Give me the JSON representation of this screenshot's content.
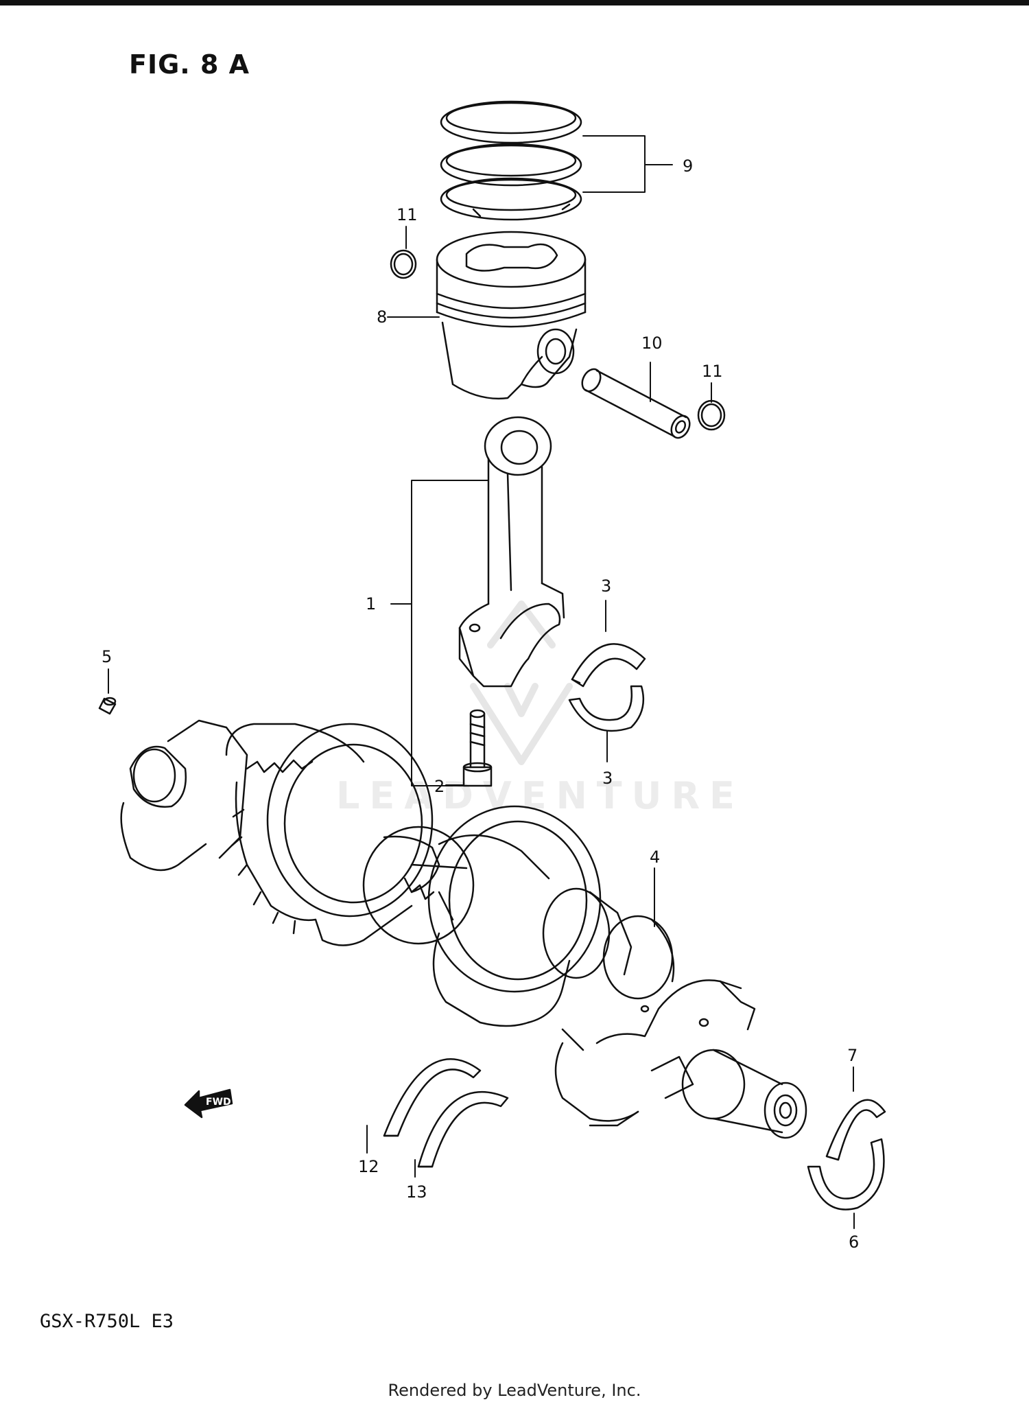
{
  "title": "FIG. 8 A",
  "model": "GSX-R750L  E3",
  "footer": "Rendered by LeadVenture, Inc.",
  "watermark": "LEADVENTURE",
  "fwd_label": "FWD",
  "callouts": {
    "c1": "1",
    "c2": "2",
    "c3a": "3",
    "c3b": "3",
    "c4": "4",
    "c5": "5",
    "c6": "6",
    "c7": "7",
    "c8": "8",
    "c9": "9",
    "c10": "10",
    "c11a": "11",
    "c11b": "11",
    "c12": "12",
    "c13": "13"
  }
}
